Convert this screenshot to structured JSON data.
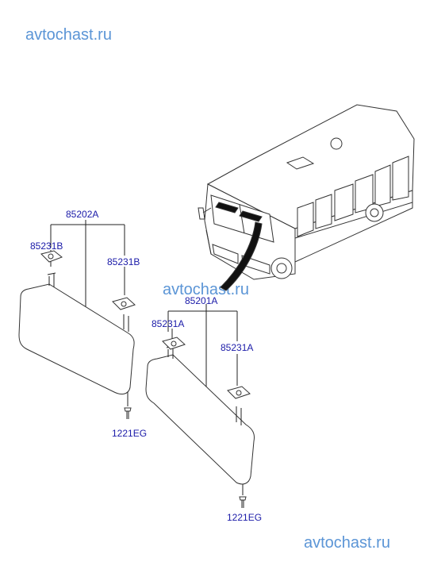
{
  "watermarks": [
    "avtochast.ru",
    "avtochast.ru",
    "avtochast.ru"
  ],
  "labels": {
    "left_visor": "85202A",
    "left_clip_a": "85231B",
    "left_clip_b": "85231B",
    "left_screw": "1221EG",
    "right_visor": "85201A",
    "right_clip_a": "85231A",
    "right_clip_b": "85231A",
    "right_screw": "1221EG"
  },
  "colors": {
    "label": "#1a1aa8",
    "watermark": "#5b95d6",
    "line": "#222222"
  }
}
